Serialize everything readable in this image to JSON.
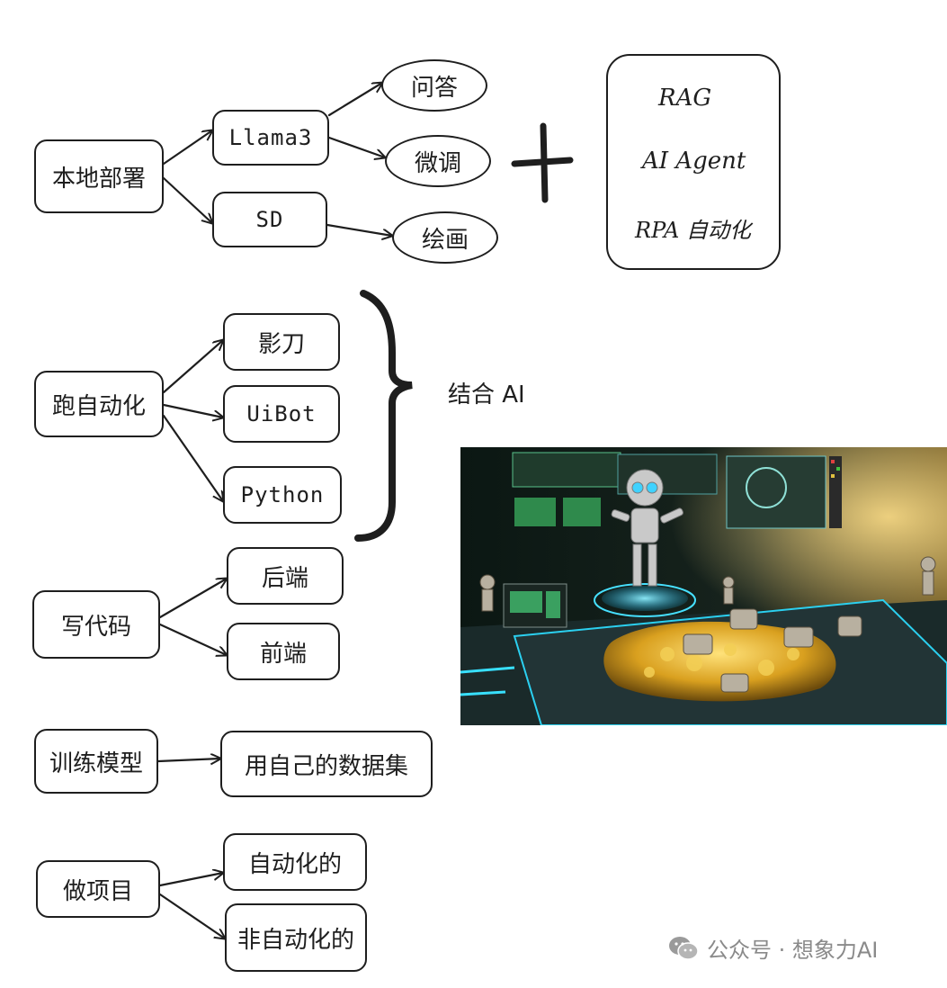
{
  "nodes": {
    "local_deploy": "本地部署",
    "llama3": "Llama3",
    "sd": "SD",
    "qa": "问答",
    "finetune": "微调",
    "painting": "绘画",
    "plus_sign": "+",
    "rag": "RAG",
    "ai_agent": "AI Agent",
    "rpa": "RPA 自动化",
    "run_automation": "跑自动化",
    "yingdao": "影刀",
    "uibot": "UiBot",
    "python": "Python",
    "combine_ai": "结合 AI",
    "write_code": "写代码",
    "backend": "后端",
    "frontend": "前端",
    "train_model": "训练模型",
    "own_dataset": "用自己的数据集",
    "do_projects": "做项目",
    "automated": "自动化的",
    "non_automated": "非自动化的"
  },
  "watermark": {
    "icon": "wechat-icon",
    "text": "公众号 · 想象力AI"
  },
  "colors": {
    "stroke": "#1e1e1e",
    "watermark": "#8a8a8a",
    "hologram": "#3fd2ff",
    "gold": "#e0b12a"
  }
}
